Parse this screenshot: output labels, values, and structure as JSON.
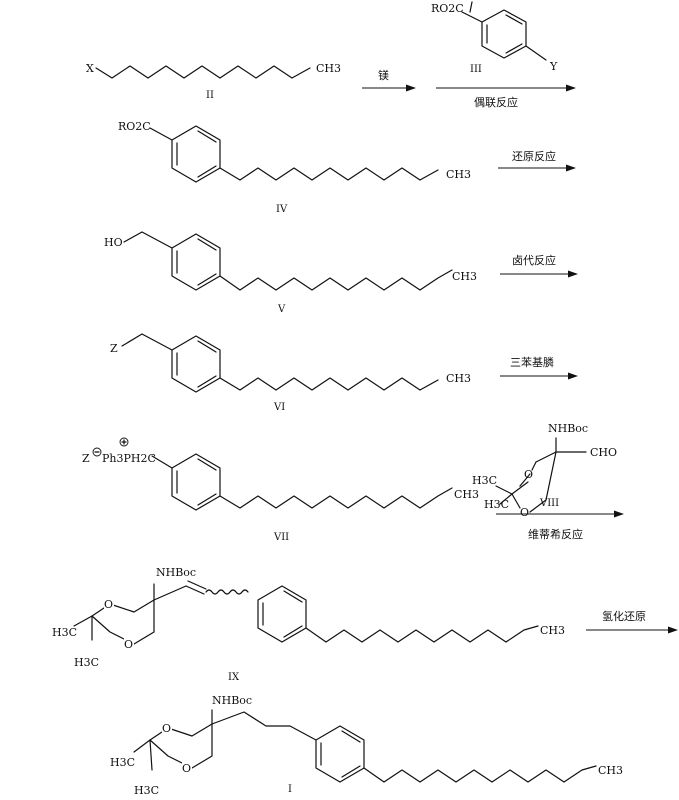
{
  "compounds": {
    "II": {
      "roman": "II",
      "left_group": "X",
      "chain_end": "CH3"
    },
    "III": {
      "roman": "III",
      "top_group": "RO2C",
      "para_group": "Y"
    },
    "IV": {
      "roman": "IV",
      "top_group": "RO2C",
      "chain_end": "CH3"
    },
    "V": {
      "roman": "V",
      "top_group": "HO",
      "chain_end": "CH3"
    },
    "VI": {
      "roman": "VI",
      "top_group": "Z",
      "chain_end": "CH3"
    },
    "VII": {
      "roman": "VII",
      "counter_ion": "Z",
      "phosphonium": "Ph3PH2C",
      "chain_end": "CH3"
    },
    "VIII": {
      "roman": "VIII",
      "amine": "NHBoc",
      "aldehyde": "CHO",
      "methyl1": "H3C",
      "methyl2": "H3C"
    },
    "IX": {
      "roman": "IX",
      "amine": "NHBoc",
      "methyl1": "H3C",
      "methyl2": "H3C",
      "chain_end": "CH3"
    },
    "I": {
      "roman": "I",
      "amine": "NHBoc",
      "methyl1": "H3C",
      "methyl2": "H3C",
      "chain_end": "CH3"
    }
  },
  "reactions": [
    {
      "id": "step1",
      "above": "镁",
      "below": ""
    },
    {
      "id": "step2",
      "above": "",
      "below": "偶联反应"
    },
    {
      "id": "step3",
      "above": "还原反应",
      "below": ""
    },
    {
      "id": "step4",
      "above": "卤代反应",
      "below": ""
    },
    {
      "id": "step5",
      "above": "三苯基膦",
      "below": ""
    },
    {
      "id": "step6",
      "above": "",
      "below": "维蒂希反应"
    },
    {
      "id": "step7",
      "above": "氢化还原",
      "below": ""
    }
  ]
}
